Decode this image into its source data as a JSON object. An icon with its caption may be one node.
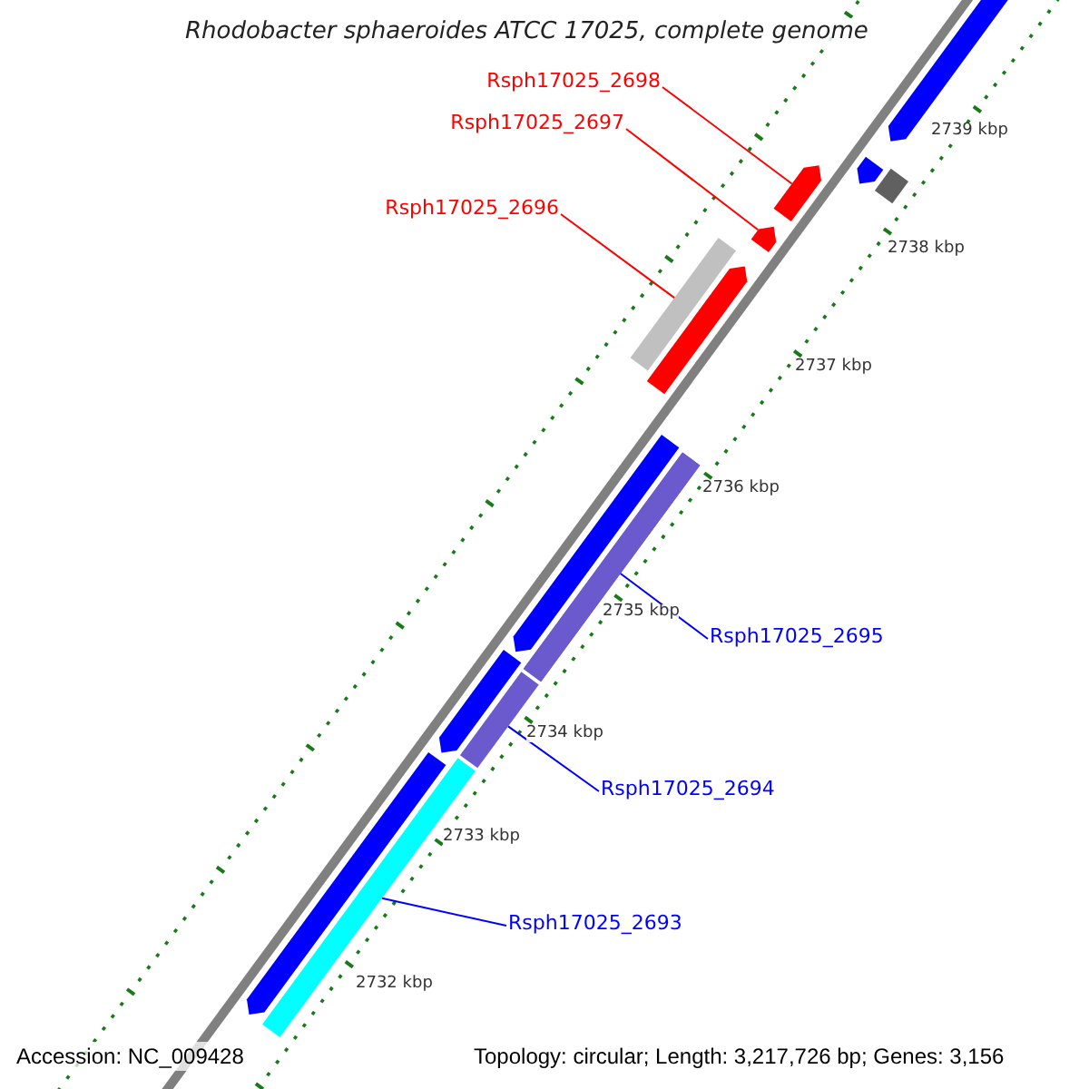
{
  "diagram": {
    "title": "Rhodobacter sphaeroides ATCC 17025, complete genome",
    "nodes": [
      {
        "text": [
          "Rsph17025_2698"
        ]
      },
      {
        "text": [
          "Rsph17025_2697"
        ]
      },
      {
        "text": [
          "Rsph17025_2696"
        ]
      },
      {
        "text": [
          "Rsph17025_2695"
        ]
      },
      {
        "text": [
          "Rsph17025_2694"
        ]
      },
      {
        "text": [
          "Rsph17025_2693"
        ]
      },
      {
        "text": [],
        "shape": "arrow"
      },
      {
        "text": [],
        "shape": "arrow"
      },
      {
        "text": [],
        "shape": "bar"
      },
      {
        "text": [],
        "shape": "bar"
      },
      {
        "text": [],
        "shape": "bar"
      },
      {
        "text": [],
        "shape": "bar"
      }
    ],
    "edges": [
      {
        "from": 0,
        "to": 6,
        "arrow": "none",
        "color": "#ff0000"
      },
      {
        "from": 1,
        "to": 7,
        "arrow": "none",
        "color": "#ff0000"
      },
      {
        "from": 2,
        "to": 8,
        "arrow": "none",
        "color": "#ff0000"
      },
      {
        "from": 3,
        "to": 9,
        "arrow": "none",
        "color": "#0000ff"
      },
      {
        "from": 4,
        "to": 10,
        "arrow": "none",
        "color": "#0000ff"
      },
      {
        "from": 5,
        "to": 11,
        "arrow": "none",
        "color": "#0000ff"
      }
    ],
    "labels": [
      "2739 kbp",
      "2738 kbp",
      "2737 kbp",
      "2736 kbp",
      "2735 kbp",
      "2734 kbp",
      "2733 kbp",
      "2732 kbp",
      "Accession: NC_009428",
      "Topology: circular; Length: 3,217,726 bp; Genes: 3,156"
    ]
  }
}
